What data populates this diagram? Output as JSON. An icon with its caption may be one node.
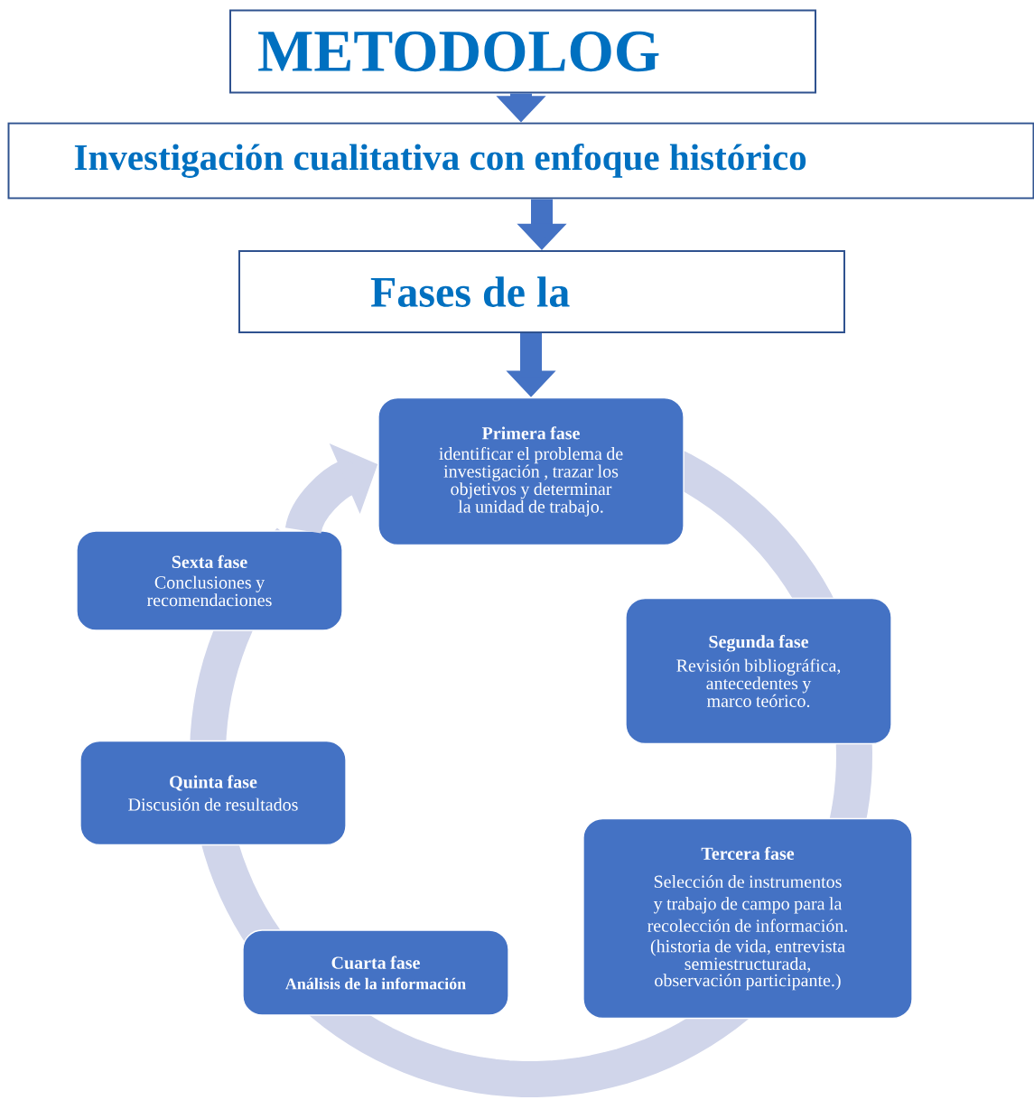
{
  "diagram": {
    "nodes": [
      {
        "text": [
          "METODOLOG"
        ]
      },
      {
        "text": [
          "Investigación cualitativa con enfoque histórico"
        ]
      },
      {
        "text": [
          "Fases de la"
        ]
      },
      {
        "text": [
          "Primera fase",
          "identificar el problema de investigación , trazar los objetivos  y determinar la unidad de trabajo."
        ]
      },
      {
        "text": [
          "Segunda fase",
          "Revisión bibliográfica, antecedentes y marco teórico."
        ]
      },
      {
        "text": [
          "Tercera fase",
          "Selección de instrumentos y trabajo de campo para la recolección de información.",
          "(historia de vida, entrevista semiestructurada, observación participante.)"
        ]
      },
      {
        "text": [
          "Cuarta fase",
          "Análisis de la información"
        ]
      },
      {
        "text": [
          "Quinta fase",
          "Discusión de resultados"
        ]
      },
      {
        "text": [
          "Sexta fase",
          "Conclusiones y recomendaciones"
        ]
      }
    ],
    "edges": [
      {
        "from": 0,
        "to": 1,
        "arrow": "to"
      },
      {
        "from": 1,
        "to": 2,
        "arrow": "to"
      },
      {
        "from": 2,
        "to": 3,
        "arrow": "to"
      },
      {
        "from": 8,
        "to": 3,
        "arrow": "to",
        "color": "#d0d5ea"
      }
    ]
  }
}
